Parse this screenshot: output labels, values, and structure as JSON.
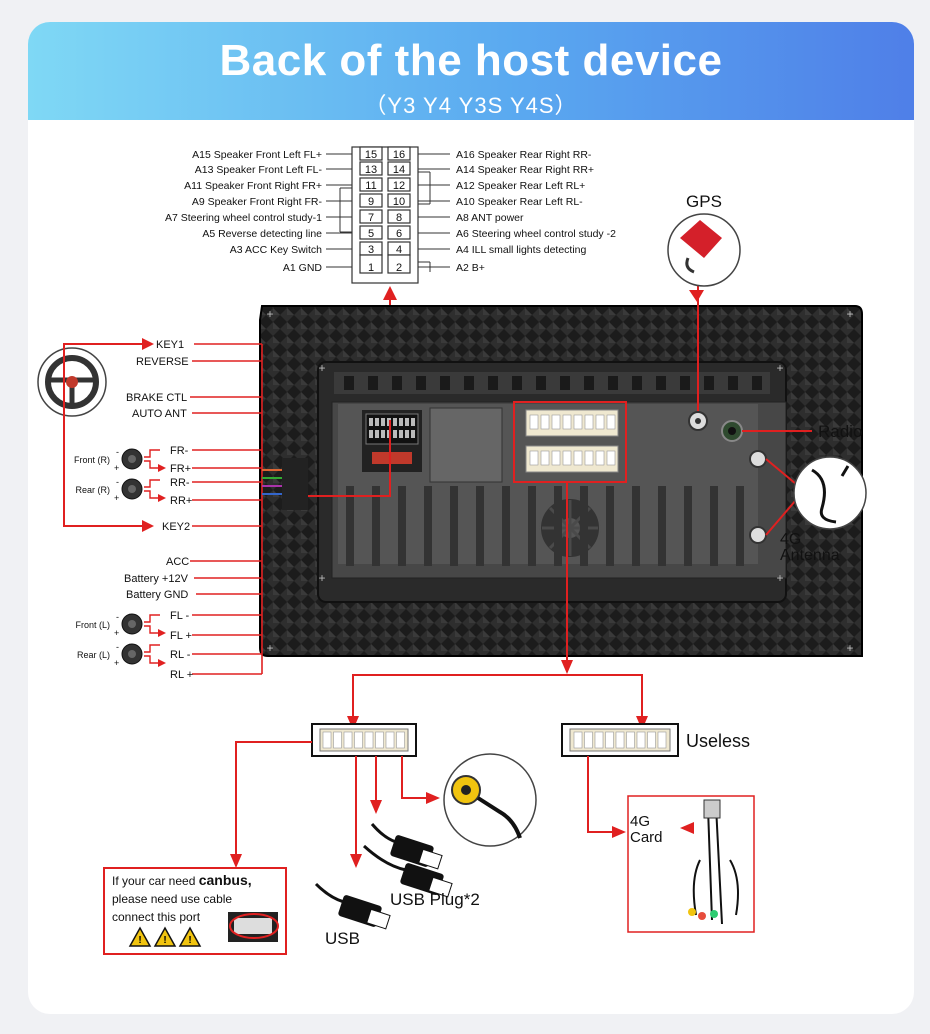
{
  "header": {
    "title": "Back of the host device",
    "subtitle": "（Y3 Y4 Y3S Y4S）"
  },
  "connector_pinout": {
    "left": [
      {
        "pin": "15",
        "label": "A15  Speaker Front Left FL+"
      },
      {
        "pin": "13",
        "label": "A13  Speaker Front Left FL-"
      },
      {
        "pin": "11",
        "label": "A11  Speaker Front Right FR+"
      },
      {
        "pin": "9",
        "label": "A9    Speaker Front Right FR-"
      },
      {
        "pin": "7",
        "label": "A7   Steering wheel control study-1"
      },
      {
        "pin": "5",
        "label": "A5   Reverse detecting line"
      },
      {
        "pin": "3",
        "label": "A3 ACC Key Switch"
      },
      {
        "pin": "1",
        "label": "A1 GND"
      }
    ],
    "right": [
      {
        "pin": "16",
        "label": "A16 Speaker Rear Right RR-"
      },
      {
        "pin": "14",
        "label": "A14 Speaker Rear Right RR+"
      },
      {
        "pin": "12",
        "label": "A12 Speaker Rear Left RL+"
      },
      {
        "pin": "10",
        "label": "A10 Speaker Rear Left RL-"
      },
      {
        "pin": "8",
        "label": "A8   ANT power"
      },
      {
        "pin": "6",
        "label": "A6   Steering wheel control study -2"
      },
      {
        "pin": "4",
        "label": "A4   ILL small lights detecting"
      },
      {
        "pin": "2",
        "label": "A2   B+"
      }
    ]
  },
  "left_wires": {
    "key1": "KEY1",
    "reverse": "REVERSE",
    "brake": "BRAKE CTL",
    "auto_ant": "AUTO ANT",
    "fr_minus": "FR-",
    "fr_plus": "FR+",
    "rr_minus": "RR-",
    "rr_plus": "RR+",
    "key2": "KEY2",
    "acc": "ACC",
    "battery12": "Battery +12V",
    "battery_gnd": "Battery GND",
    "fl_minus": "FL -",
    "fl_plus": "FL +",
    "rl_minus": "RL -",
    "rl_plus": "RL +",
    "front_r": "Front (R)",
    "rear_r": "Rear (R)",
    "front_l": "Front (L)",
    "rear_l": "Rear (L)",
    "minus": "-",
    "plus": "+"
  },
  "right_labels": {
    "gps": "GPS",
    "radio": "Radio",
    "antenna_4g": "4G",
    "antenna_word": "Antenna"
  },
  "bottom": {
    "useless": "Useless",
    "card_4g": "4G",
    "card_word": "Card",
    "usb_plug": "USB Plug*2",
    "usb": "USB",
    "canbus_line1_pre": "If your car need ",
    "canbus_line1_bold": "canbus,",
    "canbus_line2": "please need use cable",
    "canbus_line3": "connect this port"
  },
  "colors": {
    "accent_red": "#e02020",
    "header_start": "#7fd8f5",
    "header_end": "#4f7fe8"
  }
}
